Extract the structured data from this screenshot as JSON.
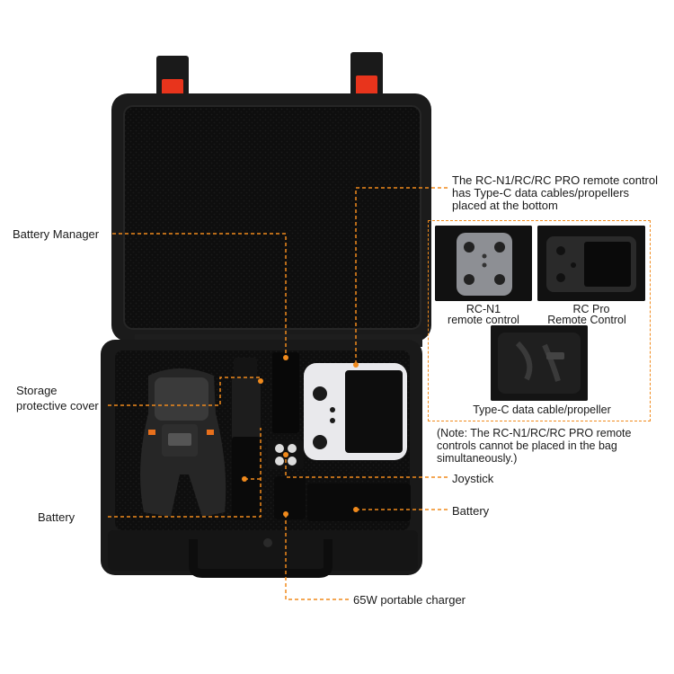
{
  "labels": {
    "battery_manager": "Battery Manager",
    "storage_cover_line1": "Storage",
    "storage_cover_line2": "protective cover",
    "battery_left": "Battery",
    "rc_note_line1": "The RC-N1/RC/RC PRO remote control",
    "rc_note_line2": "has Type-C data cables/propellers",
    "rc_note_line3": "placed at the bottom",
    "joystick": "Joystick",
    "battery_right": "Battery",
    "charger": "65W portable charger"
  },
  "inset": {
    "rcn1_line1": "RC-N1",
    "rcn1_line2": "remote control",
    "rcpro_line1": "RC Pro",
    "rcpro_line2": "Remote Control",
    "cable": "Type-C data cable/propeller"
  },
  "note": {
    "line1": "(Note: The RC-N1/RC/RC PRO remote",
    "line2": "controls cannot be placed in the bag",
    "line3": "simultaneously.)"
  },
  "colors": {
    "leader": "#f08a1c",
    "latch": "#e8341c",
    "case": "#141414"
  }
}
